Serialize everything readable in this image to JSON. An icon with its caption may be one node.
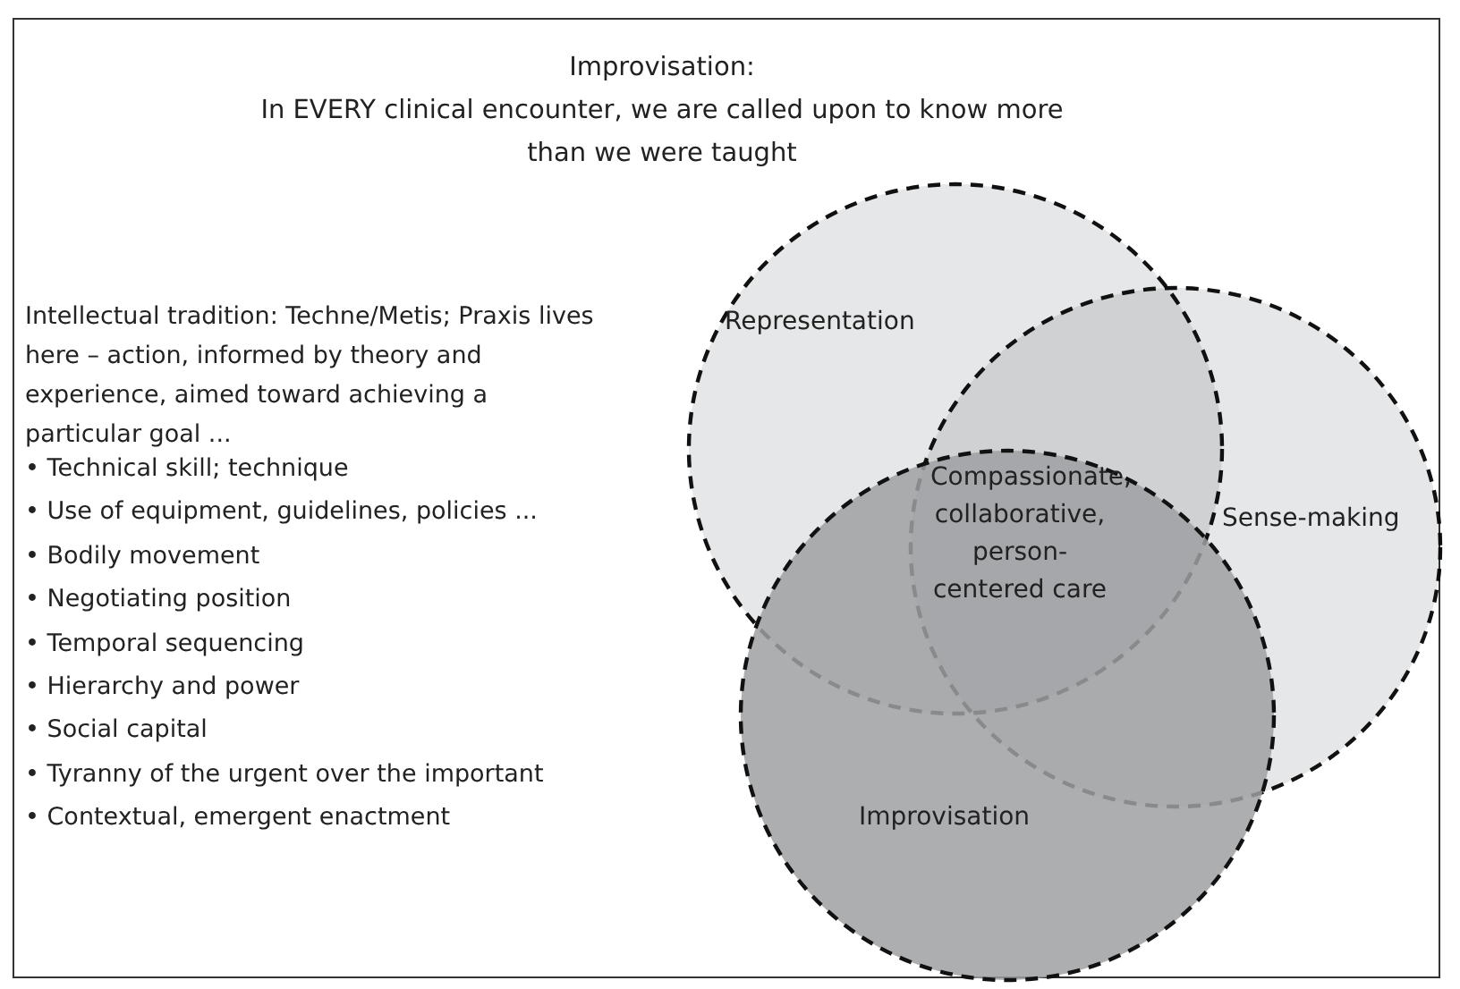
{
  "diagram": {
    "title": "Improvisation:",
    "nodes": [
      {
        "text": [
          "Representation"
        ]
      },
      {
        "text": [
          "Sense-making"
        ]
      },
      {
        "text": [
          "Improvisation"
        ]
      }
    ],
    "edges": [],
    "labels": [
      "In EVERY clinical encounter, we are called upon to know more than we were taught",
      "Intellectual tradition: Techne/Metis; Praxis lives here – action, informed by theory and experience, aimed toward achieving a particular goal ...",
      "• Technical skill; technique",
      "• Use of equipment, guidelines, policies ...",
      "• Bodily movement",
      "• Negotiating position",
      "• Temporal sequencing",
      "• Hierarchy and power",
      "• Social capital",
      "• Tyranny of the urgent over the important",
      "• Contextual, emergent enactment",
      "Compassionate, collaborative, person-centered care"
    ]
  }
}
